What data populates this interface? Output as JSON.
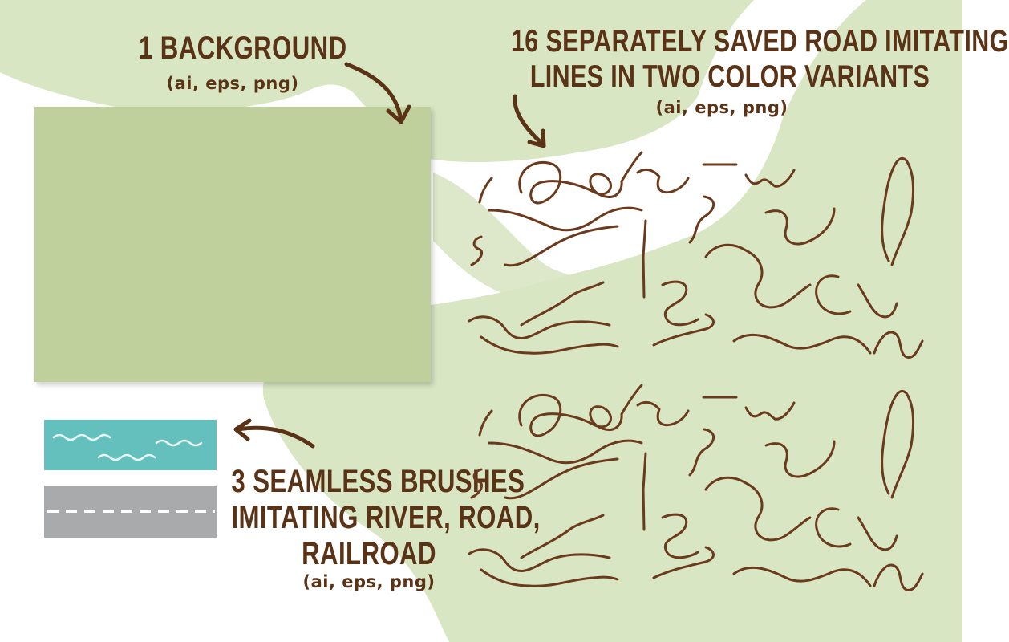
{
  "background_item": {
    "title": "1 Background",
    "formats": "(ai, eps, png)"
  },
  "road_lines_item": {
    "title_line1": "16 Separately saved road imitating",
    "title_line2": "lines in two color variants",
    "formats": "(ai, eps, png)",
    "dark_color": "#6b3a1c",
    "light_color": "#ffffff"
  },
  "brushes_item": {
    "title_line1": "3 seamless brushes",
    "title_line2": "imitating river, road,",
    "title_line3": "railroad",
    "formats": "(ai, eps, png)",
    "river_color": "#64c0bd",
    "road_color": "#a9aaab",
    "railroad_color": "#4a4a4f"
  },
  "colors": {
    "blob_green": "#d8e6c3",
    "background_preview_green": "#bfd09c",
    "text_brown": "#5a3316"
  }
}
